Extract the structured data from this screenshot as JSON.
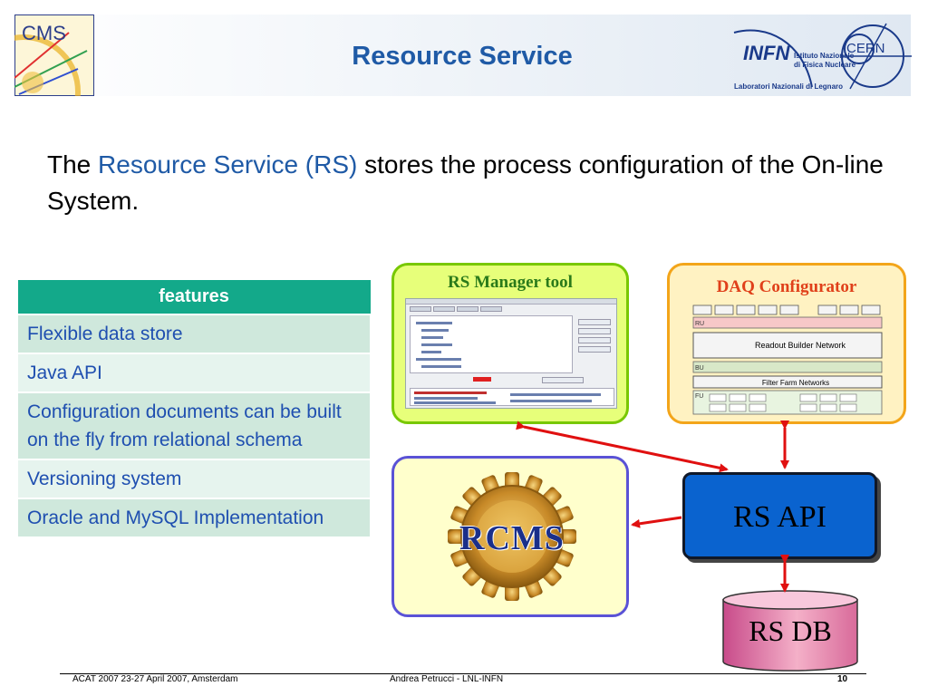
{
  "header": {
    "title": "Resource Service",
    "cms_logo_text": "CMS",
    "infn_logo_text": "INFN",
    "infn_subtitle_line1": "Istituto Nazionale",
    "infn_subtitle_line2": "di Fisica Nucleare",
    "infn_subtitle_line3": "Laboratori Nazionali di Legnaro",
    "cern_logo_text": "CERN"
  },
  "intro": {
    "before": "The ",
    "highlight": "Resource Service (RS)",
    "after": " stores the process configuration of the On-line System."
  },
  "features": {
    "header": "features",
    "rows": [
      "Flexible data store",
      "Java API",
      "Configuration documents can be built on the fly from relational schema",
      "Versioning system",
      "Oracle and MySQL Implementation"
    ]
  },
  "diagram": {
    "rs_manager_title": "RS Manager tool",
    "daq_title": "DAQ Configurator",
    "daq_ru_label": "RU",
    "daq_bu_label": "BU",
    "daq_fu_label": "FU",
    "daq_network1": "Readout Builder Network",
    "daq_network2": "Filter Farm Networks",
    "rcms_label": "RCMS",
    "rs_api_label": "RS API",
    "rs_db_label": "RS DB"
  },
  "footer": {
    "left": "ACAT 2007 23-27 April 2007, Amsterdam",
    "center": "Andrea Petrucci -  LNL-INFN",
    "page": "10"
  },
  "colors": {
    "title_blue": "#1f5aa6",
    "table_header": "#13a98a",
    "arrow_red": "#e01010",
    "rs_api_blue": "#0a63cf"
  }
}
